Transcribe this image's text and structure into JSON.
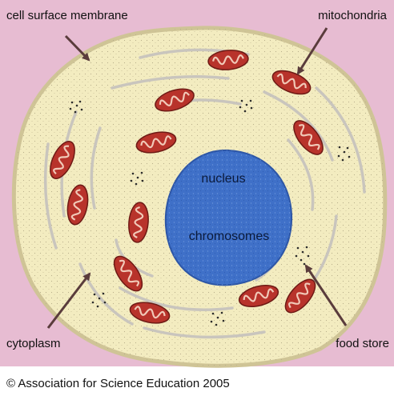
{
  "labels": {
    "cell_membrane": "cell surface membrane",
    "mitochondria": "mitochondria",
    "nucleus": "nucleus",
    "chromosomes": "chromosomes",
    "cytoplasm": "cytoplasm",
    "food_store": "food store"
  },
  "copyright": "© Association for Science Education 2005",
  "colors": {
    "background": "#e7bcd2",
    "cytoplasm": "#f3ecc0",
    "membrane": "#cfc496",
    "nucleus": "#3f70c8",
    "mitochondria": "#b8332b",
    "arrow": "#5a3c3c"
  }
}
